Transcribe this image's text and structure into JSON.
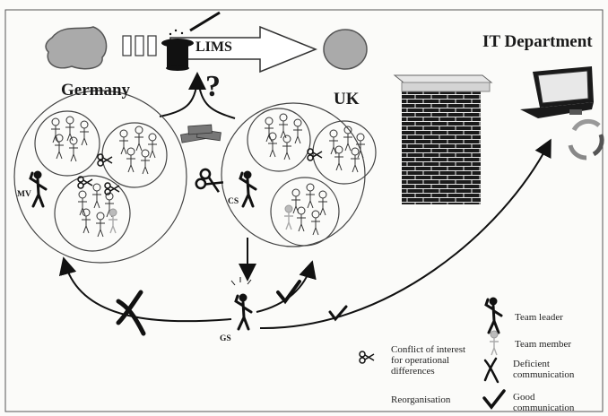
{
  "lims_label": "LIMS",
  "question_mark": "?",
  "regions": {
    "germany": "Germany",
    "uk": "UK",
    "it_department": "IT Department"
  },
  "leaders": {
    "mv": "MV",
    "cs": "CS",
    "gs": "GS"
  },
  "legend": {
    "team_leader": "Team leader",
    "team_member": "Team member",
    "conflict": [
      "Conflict of interest",
      "for operational",
      "differences"
    ],
    "deficient": [
      "Deficient",
      "communication"
    ],
    "reorganisation": "Reorganisation",
    "good": [
      "Good",
      "communication"
    ]
  },
  "colors": {
    "blob": "#a9a9a9",
    "wall": "#1c1c1c",
    "line": "#111111"
  }
}
